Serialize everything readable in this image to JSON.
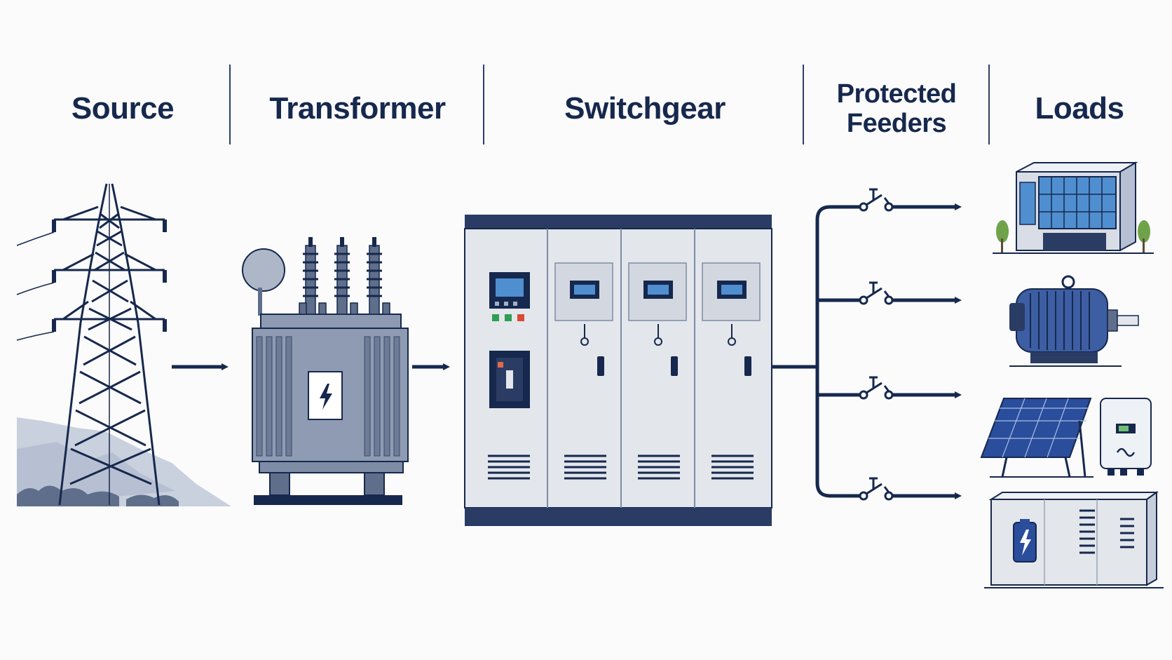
{
  "headers": {
    "source": "Source",
    "transformer": "Transformer",
    "switchgear": "Switchgear",
    "protected_feeders": "Protected\nFeeders",
    "loads": "Loads"
  },
  "icons": {
    "source": "transmission-tower-icon",
    "transformer": "oil-transformer-icon",
    "switchgear": "switchgear-cabinet-icon",
    "feeder_breaker": "breaker-symbol-icon",
    "loads": [
      "office-building-icon",
      "electric-motor-icon",
      "solar-panel-inverter-icon",
      "battery-storage-container-icon"
    ]
  },
  "colors": {
    "navy": "#16284d",
    "cabinet": "#e3e6eb",
    "steel": "#7e8ca5",
    "accent_blue": "#3d5ea3"
  }
}
